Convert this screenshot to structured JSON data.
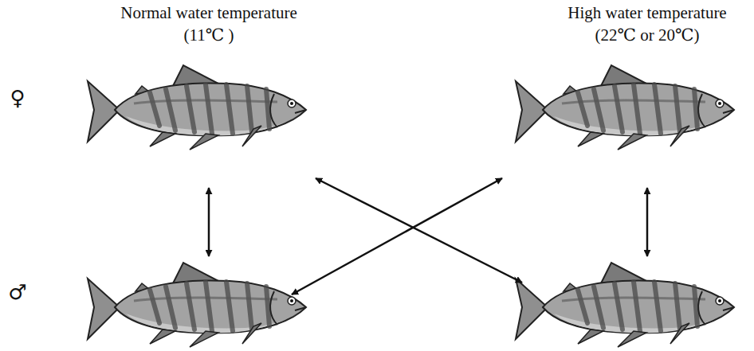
{
  "diagram": {
    "labels": [
      "Normal water temperature",
      "(11℃ )",
      "High water temperature",
      "(22℃ or 20℃)",
      "♀",
      "♂"
    ]
  }
}
